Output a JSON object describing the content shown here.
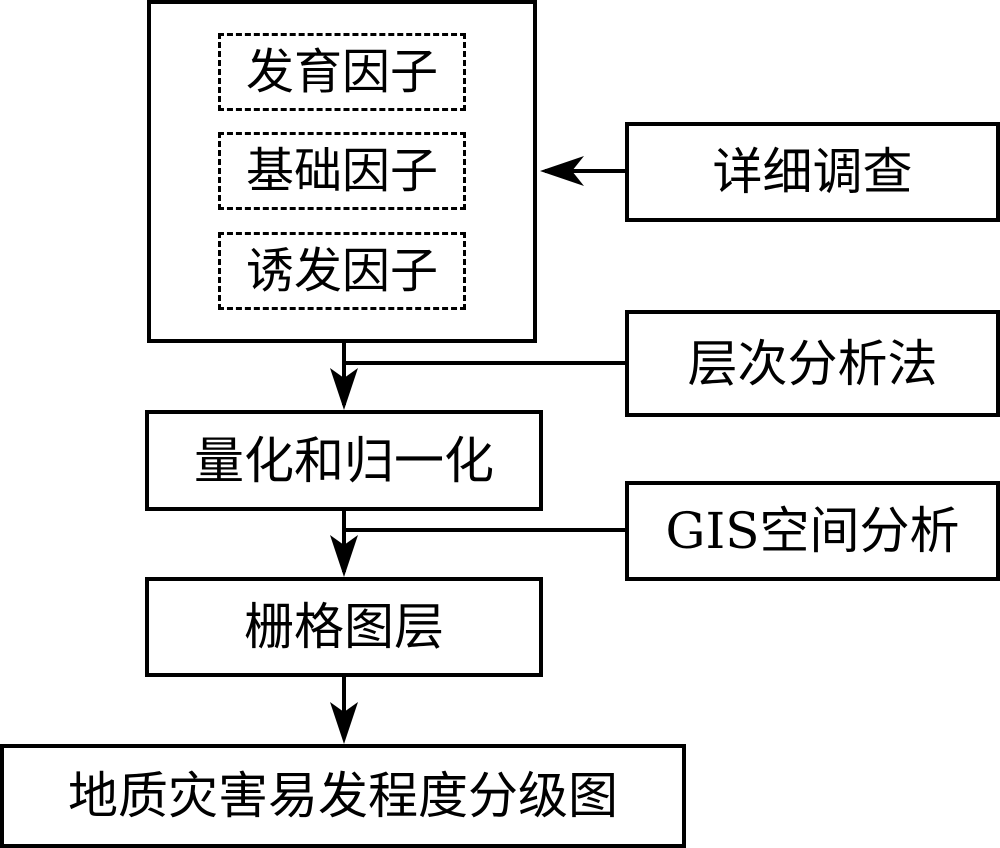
{
  "title": "地质灾害易发程度分级流程图",
  "factor_group": {
    "factors": [
      {
        "label": "发育因子"
      },
      {
        "label": "基础因子"
      },
      {
        "label": "诱发因子"
      }
    ]
  },
  "side_inputs": {
    "survey": "详细调查",
    "ahp": "层次分析法",
    "gis": "GIS空间分析"
  },
  "steps": {
    "quantify": "量化和归一化",
    "raster": "栅格图层",
    "result": "地质灾害易发程度分级图"
  },
  "colors": {
    "stroke": "#000000",
    "background": "#ffffff"
  }
}
